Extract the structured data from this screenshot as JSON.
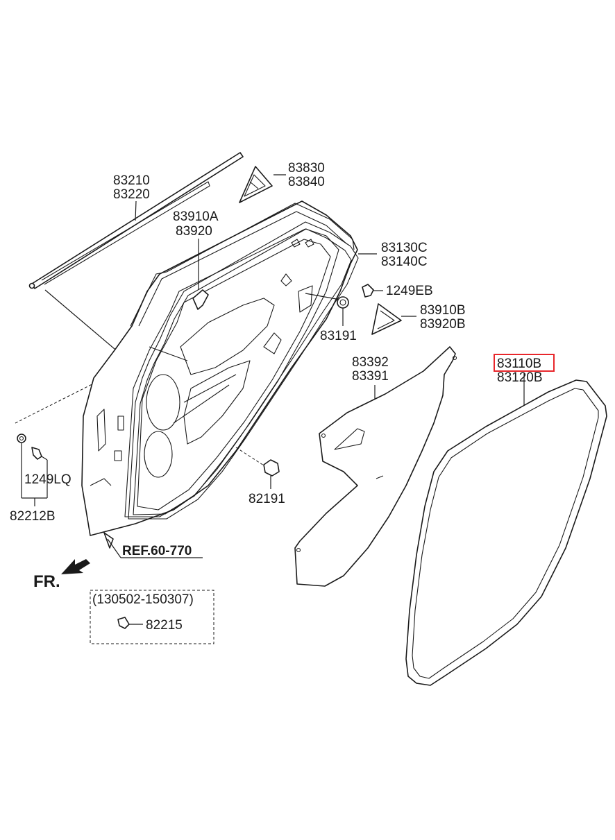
{
  "diagram": {
    "labels": {
      "p83210": "83210",
      "p83220": "83220",
      "p83830": "83830",
      "p83840": "83840",
      "p83910a": "83910A",
      "p83920a": "83920",
      "p83130c": "83130C",
      "p83140c": "83140C",
      "p1249eb": "1249EB",
      "p83910b": "83910B",
      "p83920b": "83920B",
      "p83191": "83191",
      "p83392": "83392",
      "p83391": "83391",
      "p83110b": "83110B",
      "p83120b": "83120B",
      "p1249lq": "1249LQ",
      "p82212b": "82212B",
      "p82191": "82191",
      "ref": "REF.60-770",
      "fr": "FR.",
      "date_range": "(130502-150307)",
      "p82215": "82215"
    },
    "highlighted_part": "83110B",
    "highlight_color": "#e8262b",
    "icons": [
      "front-direction-arrow-icon",
      "clip-icon",
      "screw-icon",
      "bolt-icon",
      "grommet-icon",
      "stopper-icon"
    ]
  }
}
